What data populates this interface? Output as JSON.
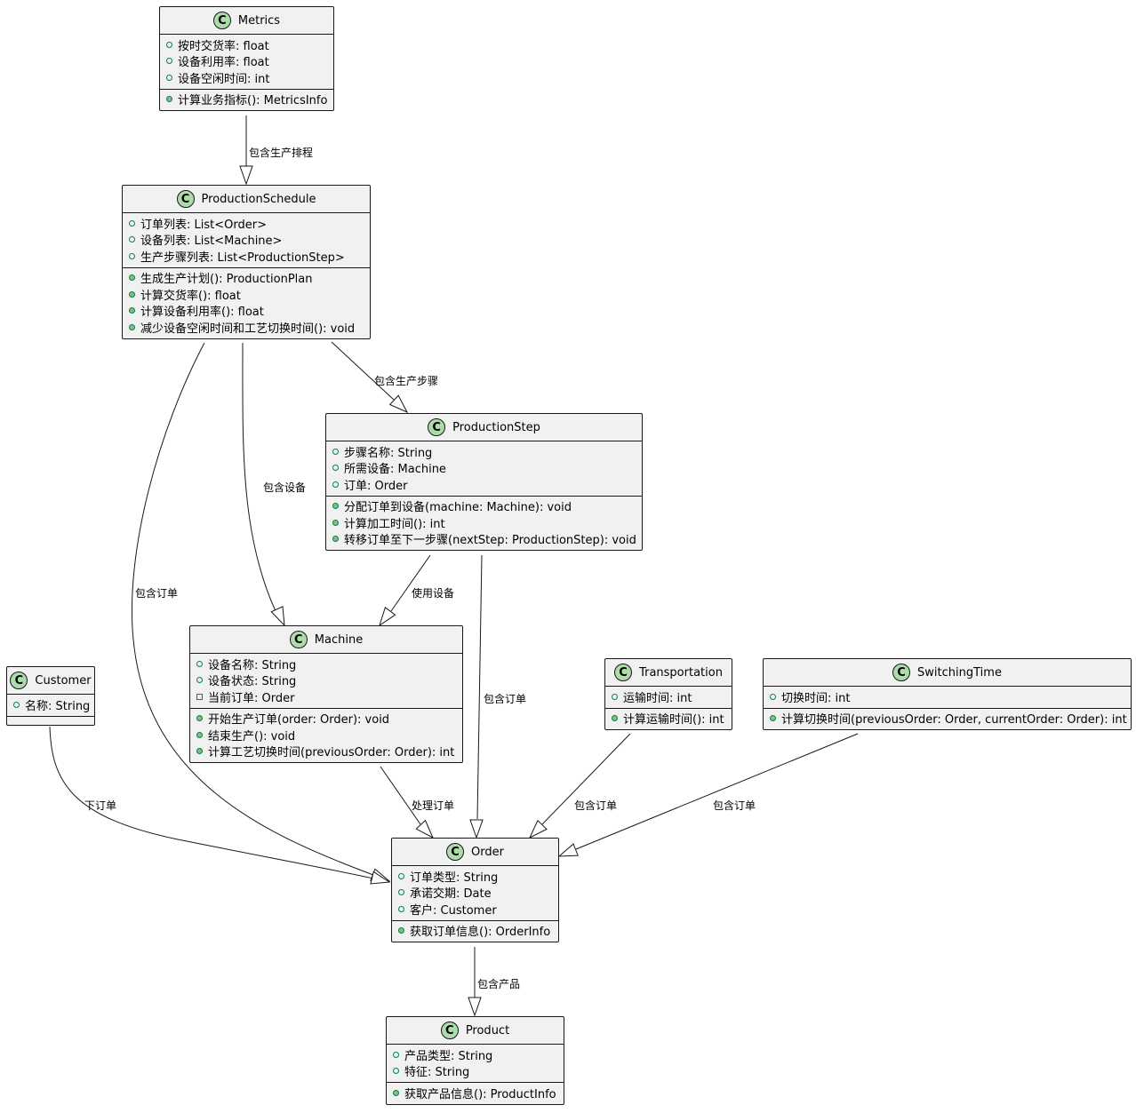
{
  "classes": {
    "metrics": {
      "icon": "class-c-icon",
      "icon_letter": "C",
      "name": "Metrics",
      "attributes": [
        {
          "vis": "public",
          "text": "按时交货率: float"
        },
        {
          "vis": "public",
          "text": "设备利用率: float"
        },
        {
          "vis": "public",
          "text": "设备空闲时间: int"
        }
      ],
      "operations": [
        {
          "vis": "public",
          "text": "计算业务指标(): MetricsInfo"
        }
      ]
    },
    "production_schedule": {
      "icon": "class-c-icon",
      "icon_letter": "C",
      "name": "ProductionSchedule",
      "attributes": [
        {
          "vis": "public",
          "text": "订单列表: List<Order>"
        },
        {
          "vis": "public",
          "text": "设备列表: List<Machine>"
        },
        {
          "vis": "public",
          "text": "生产步骤列表: List<ProductionStep>"
        }
      ],
      "operations": [
        {
          "vis": "public",
          "text": "生成生产计划(): ProductionPlan"
        },
        {
          "vis": "public",
          "text": "计算交货率(): float"
        },
        {
          "vis": "public",
          "text": "计算设备利用率(): float"
        },
        {
          "vis": "public",
          "text": "减少设备空闲时间和工艺切换时间(): void"
        }
      ]
    },
    "production_step": {
      "icon": "class-c-icon",
      "icon_letter": "C",
      "name": "ProductionStep",
      "attributes": [
        {
          "vis": "public",
          "text": "步骤名称: String"
        },
        {
          "vis": "public",
          "text": "所需设备: Machine"
        },
        {
          "vis": "public",
          "text": "订单: Order"
        }
      ],
      "operations": [
        {
          "vis": "public",
          "text": "分配订单到设备(machine: Machine): void"
        },
        {
          "vis": "public",
          "text": "计算加工时间(): int"
        },
        {
          "vis": "public",
          "text": "转移订单至下一步骤(nextStep: ProductionStep): void"
        }
      ]
    },
    "machine": {
      "icon": "class-c-icon",
      "icon_letter": "C",
      "name": "Machine",
      "attributes": [
        {
          "vis": "public",
          "text": "设备名称: String"
        },
        {
          "vis": "public",
          "text": "设备状态: String"
        },
        {
          "vis": "private",
          "text": "当前订单: Order"
        }
      ],
      "operations": [
        {
          "vis": "public",
          "text": "开始生产订单(order: Order): void"
        },
        {
          "vis": "public",
          "text": "结束生产(): void"
        },
        {
          "vis": "public",
          "text": "计算工艺切换时间(previousOrder: Order): int"
        }
      ]
    },
    "customer": {
      "icon": "class-c-icon",
      "icon_letter": "C",
      "name": "Customer",
      "attributes": [
        {
          "vis": "public",
          "text": "名称: String"
        }
      ],
      "operations": []
    },
    "transportation": {
      "icon": "class-c-icon",
      "icon_letter": "C",
      "name": "Transportation",
      "attributes": [
        {
          "vis": "public",
          "text": "运输时间: int"
        }
      ],
      "operations": [
        {
          "vis": "public",
          "text": "计算运输时间(): int"
        }
      ]
    },
    "switching_time": {
      "icon": "class-c-icon",
      "icon_letter": "C",
      "name": "SwitchingTime",
      "attributes": [
        {
          "vis": "public",
          "text": "切换时间: int"
        }
      ],
      "operations": [
        {
          "vis": "public",
          "text": "计算切换时间(previousOrder: Order, currentOrder: Order): int"
        }
      ]
    },
    "order": {
      "icon": "class-c-icon",
      "icon_letter": "C",
      "name": "Order",
      "attributes": [
        {
          "vis": "public",
          "text": "订单类型: String"
        },
        {
          "vis": "public",
          "text": "承诺交期: Date"
        },
        {
          "vis": "public",
          "text": "客户: Customer"
        }
      ],
      "operations": [
        {
          "vis": "public",
          "text": "获取订单信息(): OrderInfo"
        }
      ]
    },
    "product": {
      "icon": "class-c-icon",
      "icon_letter": "C",
      "name": "Product",
      "attributes": [
        {
          "vis": "public",
          "text": "产品类型: String"
        },
        {
          "vis": "public",
          "text": "特征: String"
        }
      ],
      "operations": [
        {
          "vis": "public",
          "text": "获取产品信息(): ProductInfo"
        }
      ]
    }
  },
  "relations": [
    {
      "from": "Metrics",
      "to": "ProductionSchedule",
      "label": "包含生产排程"
    },
    {
      "from": "ProductionSchedule",
      "to": "ProductionStep",
      "label": "包含生产步骤"
    },
    {
      "from": "ProductionSchedule",
      "to": "Machine",
      "label": "包含设备"
    },
    {
      "from": "ProductionSchedule",
      "to": "Order",
      "label": "包含订单"
    },
    {
      "from": "ProductionStep",
      "to": "Machine",
      "label": "使用设备"
    },
    {
      "from": "ProductionStep",
      "to": "Order",
      "label": "包含订单"
    },
    {
      "from": "Customer",
      "to": "Order",
      "label": "下订单"
    },
    {
      "from": "Machine",
      "to": "Order",
      "label": "处理订单"
    },
    {
      "from": "Transportation",
      "to": "Order",
      "label": "包含订单"
    },
    {
      "from": "SwitchingTime",
      "to": "Order",
      "label": "包含订单"
    },
    {
      "from": "Order",
      "to": "Product",
      "label": "包含产品"
    }
  ],
  "colors": {
    "class_fill": "#f1f1f1",
    "border": "#181818",
    "class_icon": "#addbaa",
    "public_marker": "#038048",
    "private_marker": "#c82930"
  }
}
